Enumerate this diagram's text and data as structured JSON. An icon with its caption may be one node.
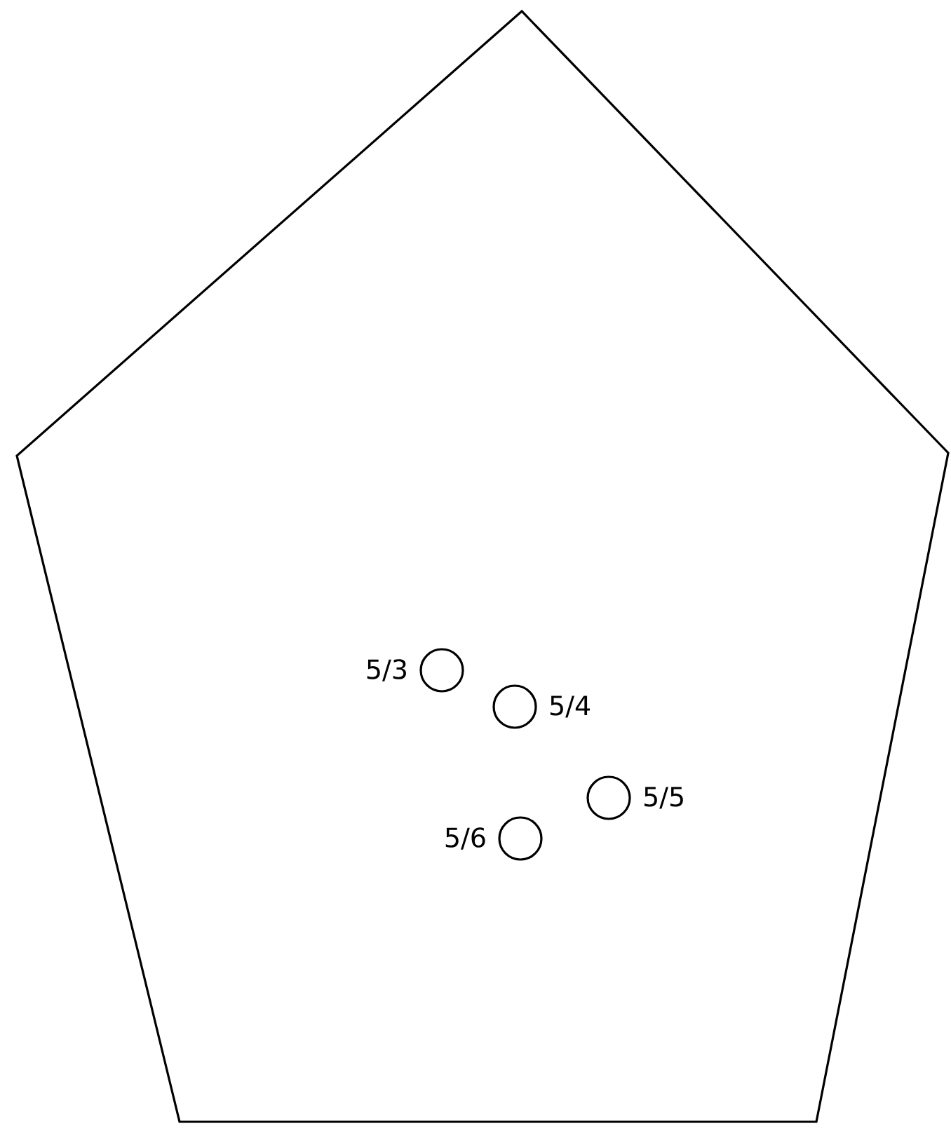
{
  "diagram": {
    "nodes": [
      {
        "text": [],
        "shape": "pentagon"
      },
      {
        "text": [],
        "shape": "circle",
        "beside": [
          "5/3"
        ],
        "in": 0
      },
      {
        "text": [],
        "shape": "circle",
        "beside": [
          "5/4"
        ],
        "in": 0
      },
      {
        "text": [],
        "shape": "circle",
        "beside": [
          "5/5"
        ],
        "in": 0
      },
      {
        "text": [],
        "shape": "circle",
        "beside": [
          "5/6"
        ],
        "in": 0
      }
    ]
  }
}
